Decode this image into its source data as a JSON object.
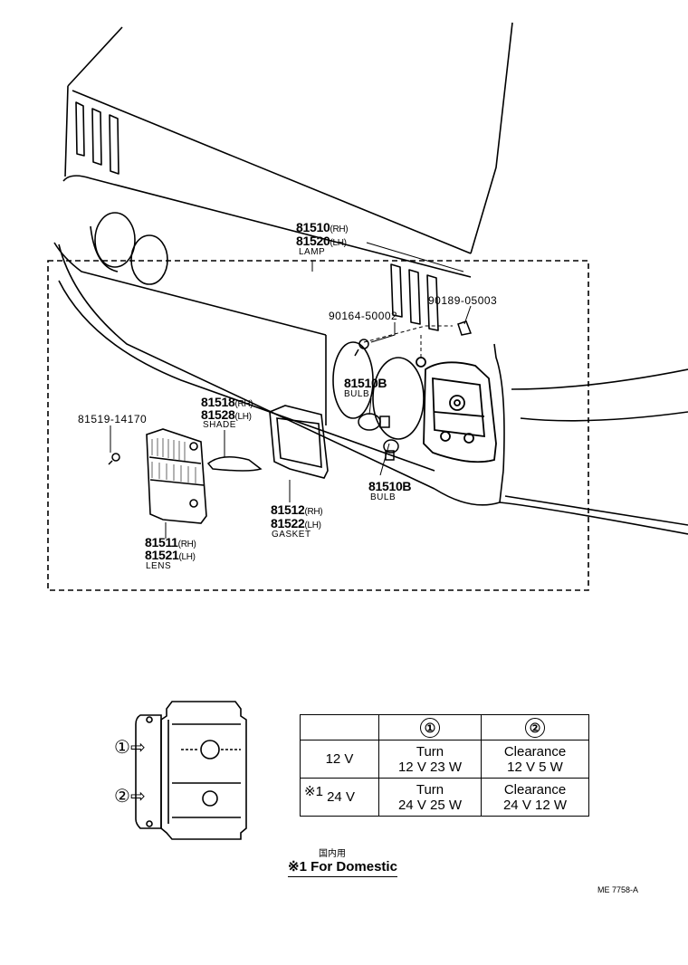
{
  "parts": {
    "lamp": {
      "rh": "81510",
      "rh_suffix": "(RH)",
      "lh": "81520",
      "lh_suffix": "(LH)",
      "name": "LAMP"
    },
    "screw_a": {
      "number": "90189-05003"
    },
    "screw_b": {
      "number": "90164-50002"
    },
    "bulb_1": {
      "number": "81510B",
      "name": "BULB"
    },
    "shade": {
      "rh": "81518",
      "rh_suffix": "(RH)",
      "lh": "81528",
      "lh_suffix": "(LH)",
      "name": "SHADE"
    },
    "screw_c": {
      "number": "81519-14170"
    },
    "gasket": {
      "rh": "81512",
      "rh_suffix": "(RH)",
      "lh": "81522",
      "lh_suffix": "(LH)",
      "name": "GASKET"
    },
    "bulb_2": {
      "number": "81510B",
      "name": "BULB"
    },
    "lens": {
      "rh": "81511",
      "rh_suffix": "(RH)",
      "lh": "81521",
      "lh_suffix": "(LH)",
      "name": "LENS"
    }
  },
  "inset": {
    "marker_1": "①",
    "marker_2": "②",
    "arrow": "⇨"
  },
  "table": {
    "header": [
      "",
      "①",
      "②"
    ],
    "rows": [
      {
        "voltage": "12 V",
        "note": "",
        "col1_line1": "Turn",
        "col1_line2": "12 V 23 W",
        "col2_line1": "Clearance",
        "col2_line2": "12 V 5 W"
      },
      {
        "voltage": "24 V",
        "note": "※1",
        "col1_line1": "Turn",
        "col1_line2": "24 V 25 W",
        "col2_line1": "Clearance",
        "col2_line2": "24 V 12 W"
      }
    ]
  },
  "footnote": {
    "kanji": "国内用",
    "text": "※1 For Domestic"
  },
  "reference_code": "ME 7758-A"
}
